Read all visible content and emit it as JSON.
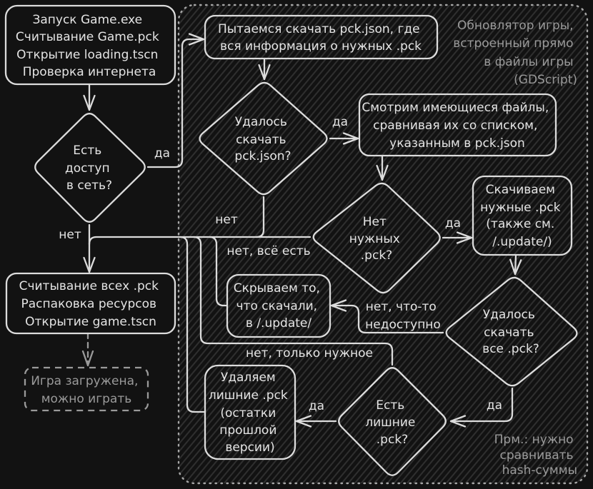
{
  "colors": {
    "background": "#121212",
    "stroke": "#dcdcdc",
    "text": "#e4e4e4",
    "muted": "#9a9a9a",
    "frame": "#a6a6a6",
    "hatch": "#2f2f2f"
  },
  "group": {
    "style": "dotted-border-hatched",
    "caption_lines": [
      "Обновлятор игры,",
      "встроенный прямо",
      "в файлы игры",
      "(GDScript)"
    ],
    "note_lines": [
      "Прм.: нужно",
      "сравнивать",
      "hash-суммы"
    ],
    "members": [
      "fetch_pck_json",
      "pck_json_ok",
      "compare_files",
      "missing_pck",
      "download_pck",
      "download_ok",
      "hide_downloaded",
      "extra_pck",
      "delete_extra"
    ]
  },
  "nodes": {
    "launch": {
      "shape": "rounded-rect",
      "lines": [
        "Запуск Game.exe",
        "Считывание Game.pck",
        "Открытие loading.tscn",
        "Проверка интернета"
      ]
    },
    "has_network": {
      "shape": "diamond",
      "lines": [
        "Есть",
        "доступ",
        "в сеть?"
      ]
    },
    "fetch_pck_json": {
      "shape": "rounded-rect",
      "lines": [
        "Пытаемся скачать pck.json, где",
        "вся информация о нужных .pck"
      ]
    },
    "pck_json_ok": {
      "shape": "diamond",
      "lines": [
        "Удалось",
        "скачать",
        "pck.json?"
      ]
    },
    "compare_files": {
      "shape": "rounded-rect",
      "lines": [
        "Смотрим имеющиеся файлы,",
        "сравнивая их со списком,",
        "указанным в pck.json"
      ]
    },
    "missing_pck": {
      "shape": "diamond",
      "lines": [
        "Нет",
        "нужных",
        ".pck?"
      ]
    },
    "download_pck": {
      "shape": "rounded-rect",
      "lines": [
        "Скачиваем",
        "нужные .pck",
        "(также см.",
        "/.update/)"
      ]
    },
    "download_ok": {
      "shape": "diamond",
      "lines": [
        "Удалось",
        "скачать",
        "все .pck?"
      ]
    },
    "hide_downloaded": {
      "shape": "rounded-rect",
      "lines": [
        "Скрываем то,",
        "что скачали,",
        "в /.update/"
      ]
    },
    "extra_pck": {
      "shape": "diamond",
      "lines": [
        "Есть",
        "лишние",
        ".pck?"
      ]
    },
    "delete_extra": {
      "shape": "rounded-rect",
      "lines": [
        "Удаляем",
        "лишние .pck",
        "(остатки",
        "прошлой",
        "версии)"
      ]
    },
    "load_all": {
      "shape": "rounded-rect",
      "lines": [
        "Считывание всех .pck",
        "Распаковка ресурсов",
        "Открытие game.tscn"
      ]
    },
    "game_loaded": {
      "shape": "dashed-rounded-rect",
      "lines": [
        "Игра загружена,",
        "можно играть"
      ]
    }
  },
  "edges": [
    {
      "from": "launch",
      "to": "has_network"
    },
    {
      "from": "has_network",
      "to": "fetch_pck_json",
      "label": "да"
    },
    {
      "from": "has_network",
      "to": "load_all",
      "label": "нет"
    },
    {
      "from": "fetch_pck_json",
      "to": "pck_json_ok"
    },
    {
      "from": "pck_json_ok",
      "to": "compare_files",
      "label": "да"
    },
    {
      "from": "pck_json_ok",
      "to": "load_all",
      "label": "нет"
    },
    {
      "from": "compare_files",
      "to": "missing_pck"
    },
    {
      "from": "missing_pck",
      "to": "download_pck",
      "label": "да"
    },
    {
      "from": "missing_pck",
      "to": "load_all",
      "label": "нет, всё есть"
    },
    {
      "from": "download_pck",
      "to": "download_ok"
    },
    {
      "from": "download_ok",
      "to": "extra_pck",
      "label": "да"
    },
    {
      "from": "download_ok",
      "to": "hide_downloaded",
      "label": "нет, что-то недоступно",
      "label_lines": [
        "нет, что-то",
        "недоступно"
      ]
    },
    {
      "from": "hide_downloaded",
      "to": "load_all"
    },
    {
      "from": "extra_pck",
      "to": "delete_extra",
      "label": "да"
    },
    {
      "from": "extra_pck",
      "to": "load_all",
      "label": "нет, только нужное"
    },
    {
      "from": "delete_extra",
      "to": "load_all"
    },
    {
      "from": "load_all",
      "to": "game_loaded",
      "style": "dashed"
    }
  ]
}
